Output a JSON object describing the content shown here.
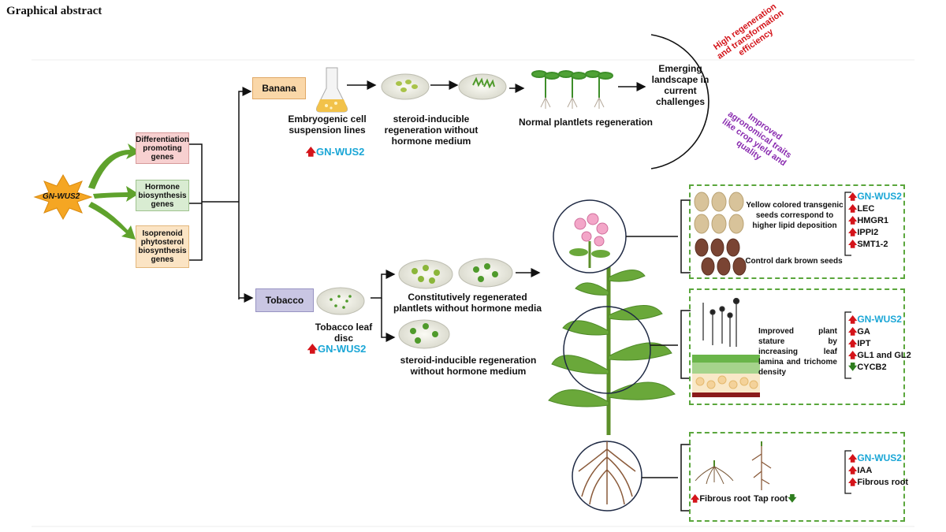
{
  "title": "Graphical abstract",
  "gene": "GN-WUS2",
  "pathways": {
    "differentiation": "Differentiation promoting genes",
    "hormone": "Hormone biosynthesis genes",
    "isoprenoid": "Isoprenoid phytosterol biosynthesis genes"
  },
  "banana": {
    "label": "Banana",
    "step1": "Embryogenic cell suspension lines",
    "step1_gene": "GN-WUS2",
    "step2": "steroid-inducible regeneration without hormone medium",
    "step3": "Normal plantlets regeneration"
  },
  "challenges": {
    "center": "Emerging landscape in current challenges",
    "top": "High regeneration and transformation efficiency",
    "bottom": "Improved agronomical traits like crop yield and quality"
  },
  "tobacco": {
    "label": "Tobacco",
    "leaf_disc": "Tobacco leaf disc",
    "leaf_disc_gene": "GN-WUS2",
    "constitutive": "Constitutively regenerated plantlets without hormone media",
    "steroid": "steroid-inducible regeneration without hormone medium"
  },
  "seeds": {
    "yellow": "Yellow colored transgenic seeds correspond to higher lipid deposition",
    "control": "Control dark brown seeds",
    "markers": [
      {
        "name": "GN-WUS2",
        "dir": "up"
      },
      {
        "name": "LEC",
        "dir": "up"
      },
      {
        "name": "HMGR1",
        "dir": "up"
      },
      {
        "name": "IPPI2",
        "dir": "up"
      },
      {
        "name": "SMT1-2",
        "dir": "up"
      }
    ]
  },
  "leaf": {
    "text": "Improved plant stature by increasing leaf lamina and trichome density",
    "markers": [
      {
        "name": "GN-WUS2",
        "dir": "up"
      },
      {
        "name": "GA",
        "dir": "up"
      },
      {
        "name": "IPT",
        "dir": "up"
      },
      {
        "name": "GL1 and GL2",
        "dir": "up"
      },
      {
        "name": "CYCB2",
        "dir": "down"
      }
    ]
  },
  "root": {
    "fibrous": "Fibrous root",
    "tap": "Tap root",
    "markers": [
      {
        "name": "GN-WUS2",
        "dir": "up"
      },
      {
        "name": "IAA",
        "dir": "up"
      },
      {
        "name": "Fibrous root",
        "dir": "up"
      }
    ]
  },
  "colors": {
    "star": "#f5a623",
    "diff_box": "#f7d0d0",
    "hormone_box": "#d9ecd2",
    "iso_box": "#fbe4c4",
    "banana_box": "#fad7a8",
    "tobacco_box": "#c9c6e3",
    "green_arrow": "#5fa22c"
  }
}
